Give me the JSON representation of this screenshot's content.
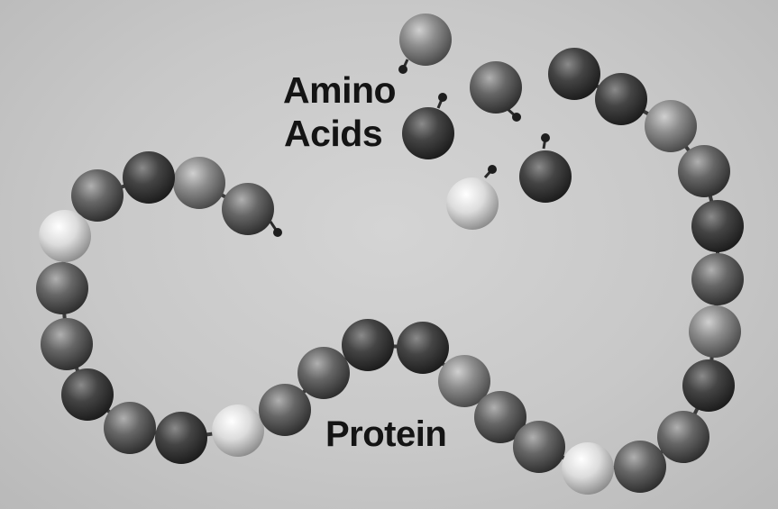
{
  "labels": {
    "amino": "Amino",
    "acids": "Acids",
    "protein": "Protein"
  },
  "colors": {
    "background": "#c9c9c9",
    "bead_dark": "#3a3a3a",
    "bead_mid": "#5e5e5e",
    "bead_light": "#8a8a8a",
    "bead_white": "#e6e6e6",
    "text": "#141414"
  }
}
